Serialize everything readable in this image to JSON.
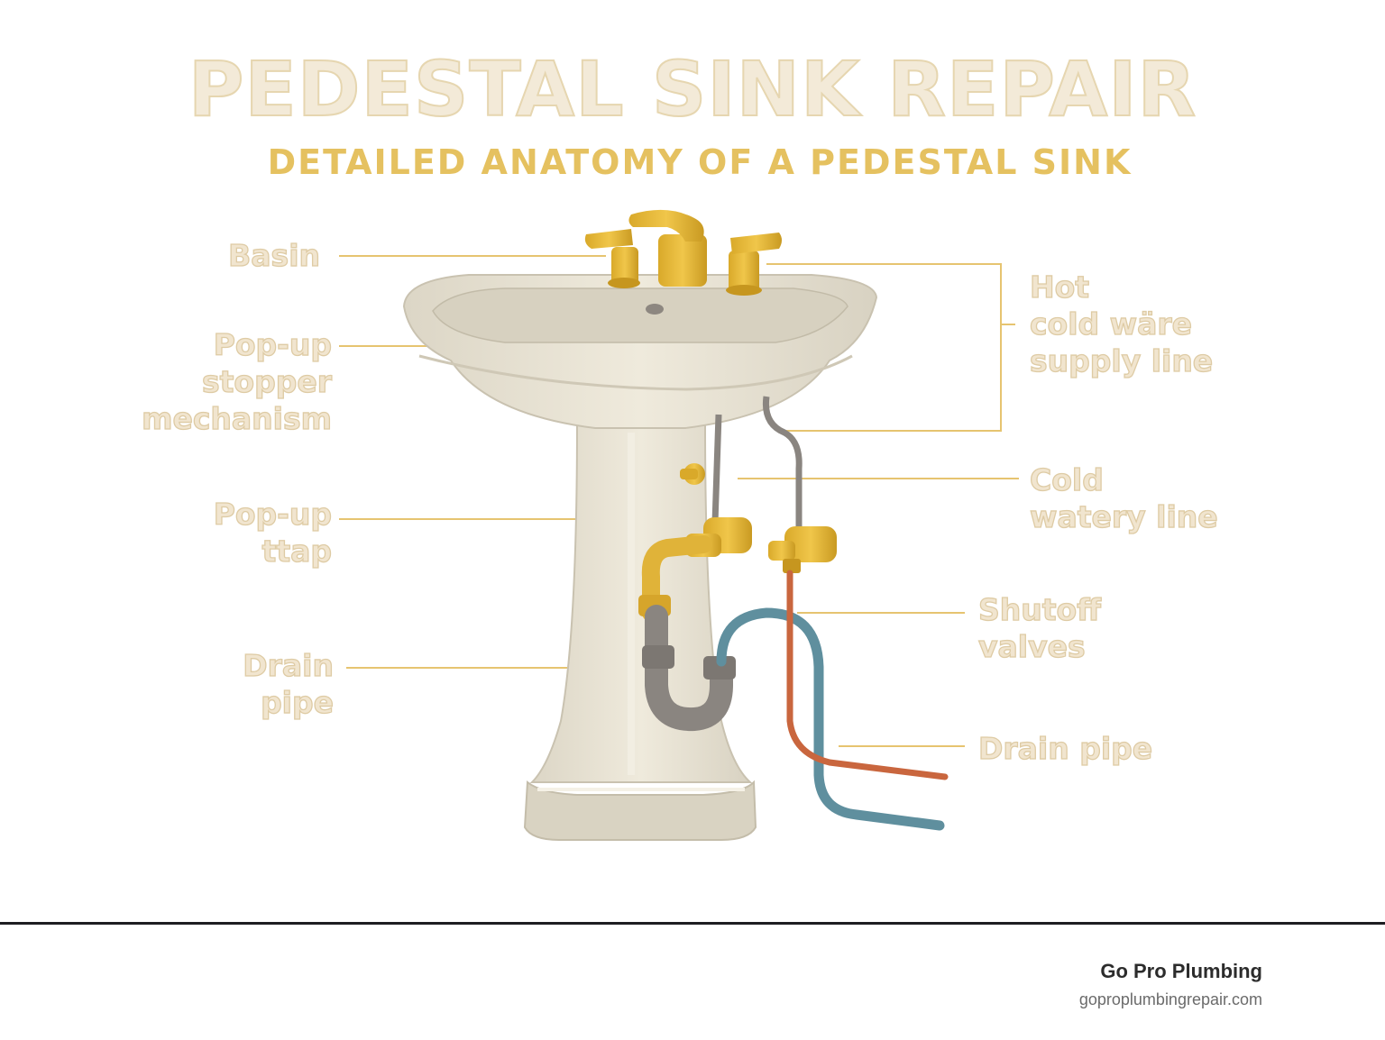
{
  "title": "PEDESTAL SINK REPAIR",
  "subtitle": "DETAILED ANATOMY OF A PEDESTAL SINK",
  "labels": {
    "basin": [
      "Basin"
    ],
    "popup_stopper": [
      "Pop-up",
      "stopper",
      "mechanism"
    ],
    "popup_trap": [
      "Pop-up",
      "ttap"
    ],
    "drain_pipe_left": [
      "Drain",
      "pipe"
    ],
    "hot_cold_supply": [
      "Hot",
      "cold wäre",
      "supply line"
    ],
    "cold_water_line": [
      "Cold",
      "watery line"
    ],
    "shutoff_valves": [
      "Shutoff",
      "valves"
    ],
    "drain_pipe_right": [
      "Drain pipe"
    ]
  },
  "footer": {
    "brand": "Go Pro Plumbing",
    "url": "goproplumbingrepair.com"
  },
  "colors": {
    "gold": "#e2b63b",
    "porcelain": "#ebe6d8",
    "copper": "#c9663e",
    "blue_pipe": "#5f8f9e",
    "gray_pipe": "#8a8580"
  }
}
